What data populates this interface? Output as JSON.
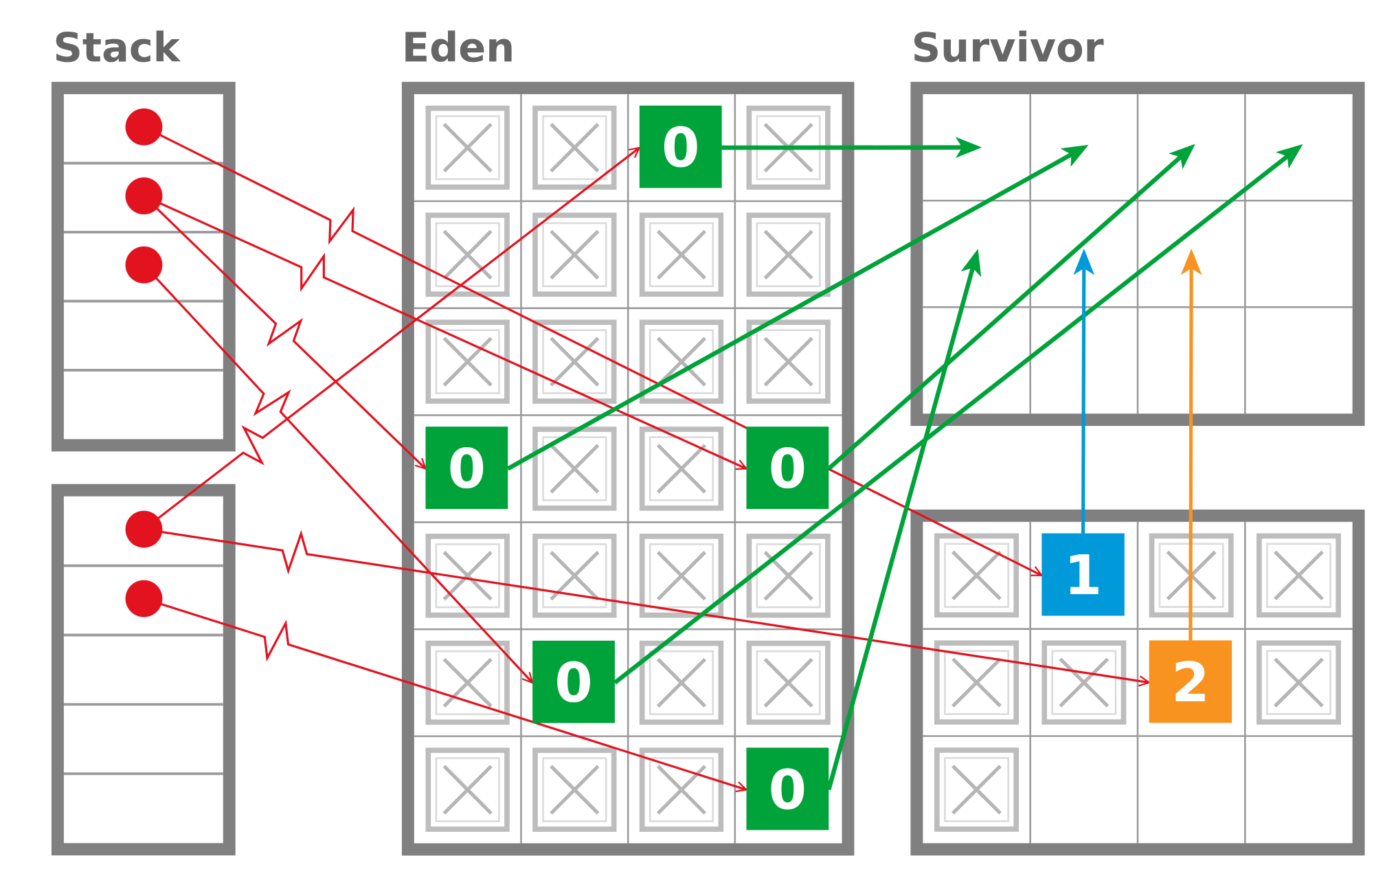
{
  "titles": {
    "stack": "Stack",
    "eden": "Eden",
    "survivor": "Survivor"
  },
  "colors": {
    "frame": "#808080",
    "grid": "#9a9a9a",
    "garbage": "#bdbdbd",
    "live_age0": "#00a23a",
    "live_age1": "#0099da",
    "live_age2": "#f7931e",
    "reference": "#e3121f",
    "copy": "#00a23a",
    "promote_age1": "#0099da",
    "promote_age2": "#f7931e"
  },
  "stack": {
    "frames": [
      {
        "slots": 5,
        "references_from_slots": [
          0,
          1,
          2
        ]
      },
      {
        "slots": 5,
        "references_from_slots": [
          0,
          1
        ]
      }
    ]
  },
  "eden": {
    "cells": [
      [
        "X",
        "X",
        "0",
        "X"
      ],
      [
        "X",
        "X",
        "X",
        "X"
      ],
      [
        "X",
        "X",
        "X",
        "X"
      ],
      [
        "0",
        "X",
        "X",
        "0"
      ],
      [
        "X",
        "X",
        "X",
        "X"
      ],
      [
        "X",
        "0",
        "X",
        "X"
      ],
      [
        "X",
        "X",
        "X",
        "0"
      ]
    ]
  },
  "survivor_to": {
    "cells": [
      [
        "",
        "",
        "",
        ""
      ],
      [
        "",
        "",
        "",
        ""
      ],
      [
        "",
        "",
        "",
        ""
      ]
    ]
  },
  "survivor_from": {
    "cells": [
      [
        "X",
        "1",
        "X",
        "X"
      ],
      [
        "X",
        "X",
        "2",
        "X"
      ],
      [
        "X",
        "",
        "",
        ""
      ]
    ]
  },
  "references": [
    {
      "from": [
        0,
        0
      ],
      "to": [
        "survivor_from",
        0,
        1
      ],
      "break_at": 0.22
    },
    {
      "from": [
        0,
        1
      ],
      "to": [
        "eden",
        3,
        3
      ],
      "break_at": 0.28
    },
    {
      "from": [
        0,
        1
      ],
      "to": [
        "eden",
        3,
        0
      ],
      "break_at": 0.5
    },
    {
      "from": [
        0,
        2
      ],
      "to": [
        "eden",
        5,
        1
      ],
      "break_at": 0.33
    },
    {
      "from": [
        1,
        0
      ],
      "to": [
        "eden",
        0,
        2
      ],
      "break_at": 0.22
    },
    {
      "from": [
        1,
        0
      ],
      "to": [
        "survivor_from",
        1,
        2
      ],
      "break_at": 0.15
    },
    {
      "from": [
        1,
        1
      ],
      "to": [
        "eden",
        6,
        3
      ],
      "break_at": 0.22
    }
  ],
  "copies": [
    {
      "from": [
        "eden",
        0,
        2
      ],
      "to": [
        0,
        0
      ],
      "kind": "copy"
    },
    {
      "from": [
        "eden",
        3,
        0
      ],
      "to": [
        0,
        1
      ],
      "kind": "copy"
    },
    {
      "from": [
        "eden",
        3,
        3
      ],
      "to": [
        0,
        2
      ],
      "kind": "copy"
    },
    {
      "from": [
        "eden",
        5,
        1
      ],
      "to": [
        0,
        3
      ],
      "kind": "copy"
    },
    {
      "from": [
        "eden",
        6,
        3
      ],
      "to": [
        1,
        0
      ],
      "kind": "copy"
    },
    {
      "from": [
        "survivor_from",
        0,
        1
      ],
      "to": [
        1,
        1
      ],
      "kind": "promote_age1"
    },
    {
      "from": [
        "survivor_from",
        1,
        2
      ],
      "to": [
        1,
        2
      ],
      "kind": "promote_age2"
    }
  ]
}
